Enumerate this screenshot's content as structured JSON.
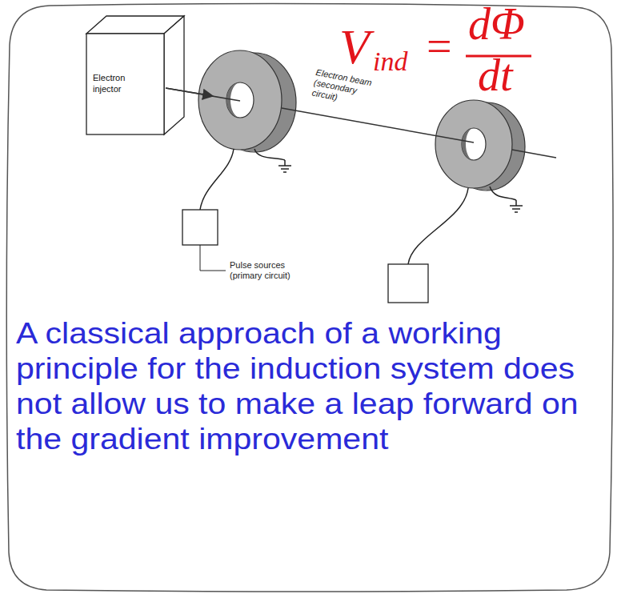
{
  "diagram": {
    "nodes": [
      {
        "text": [
          "Electron injector"
        ]
      }
    ],
    "labels": [
      "V",
      "ind",
      "=",
      "dΦ",
      "dt",
      "Electron beam (secondary circuit)",
      "Pulse sources (primary circuit)",
      "A classical approach of a working principle for the induction system does not allow us to make a leap forward on the gradient improvement"
    ]
  }
}
